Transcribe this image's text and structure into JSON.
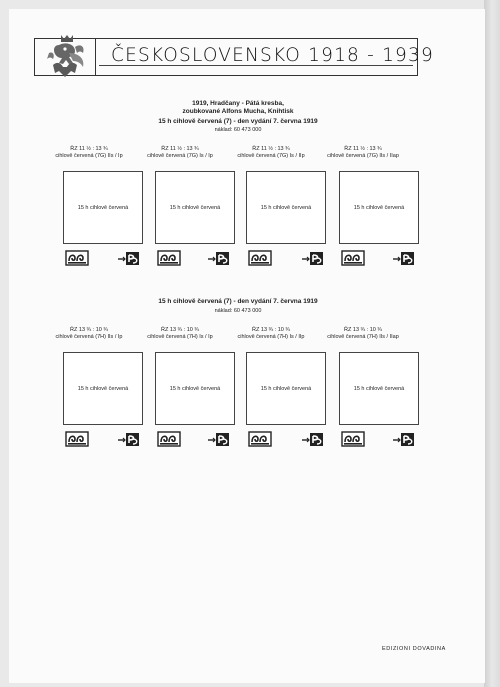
{
  "header": {
    "title": "ČESKOSLOVENSKO 1918 - 1939"
  },
  "intro": {
    "line1": "1919, Hradčany - Pátá kresba,",
    "line2": "zoubkované  Alfons Mucha, Knihtisk"
  },
  "section1": {
    "title": "15 h cihlově červená (7) - den vydání 7. června 1919",
    "circulation": "náklad: 60 473 000",
    "items": [
      {
        "perf": "ŘZ 11 ½ : 13 ¾",
        "desc": "cihlově červená (7G) IIs / Ip",
        "box_text": "15 h cihlově červená"
      },
      {
        "perf": "ŘZ 11 ½ : 13 ¾",
        "desc": "cihlově červená (7G) Is / Ip",
        "box_text": "15 h cihlově červená"
      },
      {
        "perf": "ŘZ 11 ½ : 13 ¾",
        "desc": "cihlově červená (7G) Is / IIp",
        "box_text": "15 h cihlově červená"
      },
      {
        "perf": "ŘZ 11 ½ : 13 ¾",
        "desc": "cihlově červená (7G) IIs / IIap",
        "box_text": "15 h cihlově červená"
      }
    ]
  },
  "section2": {
    "title": "15 h cihlově červená (7) - den vydání 7. června 1919",
    "circulation": "náklad: 60 473 000",
    "items": [
      {
        "perf": "ŘZ 13 ¾ : 10 ¾",
        "desc": "cihlově červená (7H) IIs / Ip",
        "box_text": "15 h cihlově červená"
      },
      {
        "perf": "ŘZ 13 ¾ : 10 ¾",
        "desc": "cihlově červená (7H) Is / Ip",
        "box_text": "15 h cihlově červená"
      },
      {
        "perf": "ŘZ 13 ¾ : 10 ¾",
        "desc": "cihlově červená (7H) Is / IIp",
        "box_text": "15 h cihlově červená"
      },
      {
        "perf": "ŘZ 13 ¾ : 10 ¾",
        "desc": "cihlově červená (7H) IIs / IIap",
        "box_text": "15 h cihlově červená"
      }
    ]
  },
  "footer": {
    "publisher": "EDIZIONI DOVADINA"
  },
  "icons": {
    "logo": "lion-coat-of-arms-icon",
    "type_left": "type-identification-icon",
    "type_right": "plate-position-icon"
  }
}
